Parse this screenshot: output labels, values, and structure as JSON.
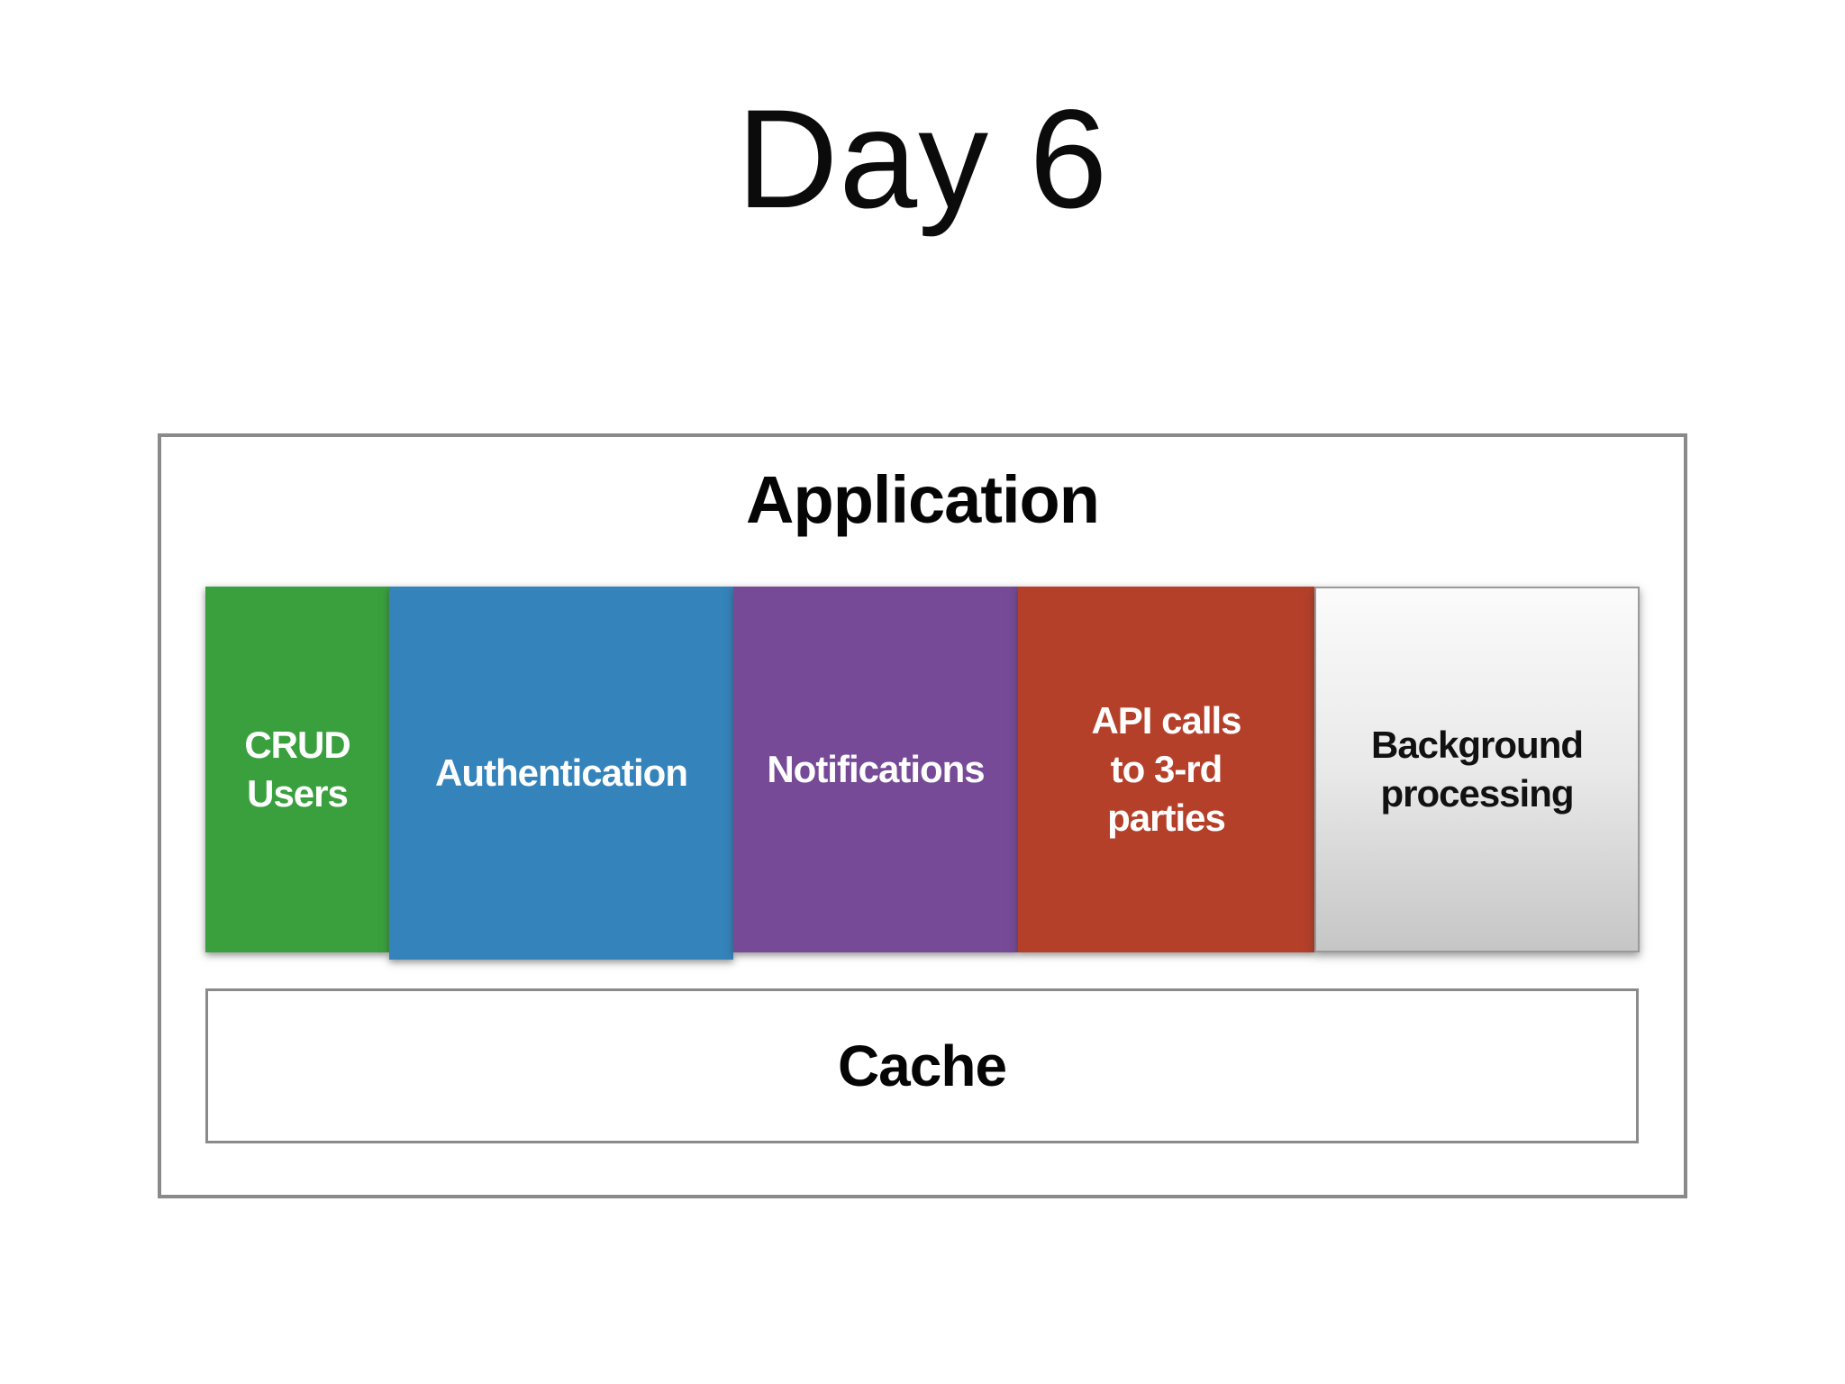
{
  "slide": {
    "title": "Day 6"
  },
  "application": {
    "title": "Application",
    "blocks": [
      {
        "id": "crud-users",
        "label": "CRUD\nUsers",
        "color": "#3aa03e",
        "text_color": "#ffffff"
      },
      {
        "id": "authentication",
        "label": "Authentication",
        "color": "#3583bb",
        "text_color": "#ffffff"
      },
      {
        "id": "notifications",
        "label": "Notifications",
        "color": "#764a96",
        "text_color": "#ffffff"
      },
      {
        "id": "api-calls",
        "label": "API calls\nto 3-rd\nparties",
        "color": "#b5402a",
        "text_color": "#ffffff"
      },
      {
        "id": "background-processing",
        "label": "Background\nprocessing",
        "gradient": [
          "#fbfbfb",
          "#e9e9e9",
          "#c6c6c6"
        ],
        "text_color": "#111111"
      }
    ]
  },
  "cache": {
    "title": "Cache"
  },
  "colors": {
    "box_border": "#8a8a8a",
    "background": "#ffffff",
    "title_text": "#0b0b0b"
  }
}
